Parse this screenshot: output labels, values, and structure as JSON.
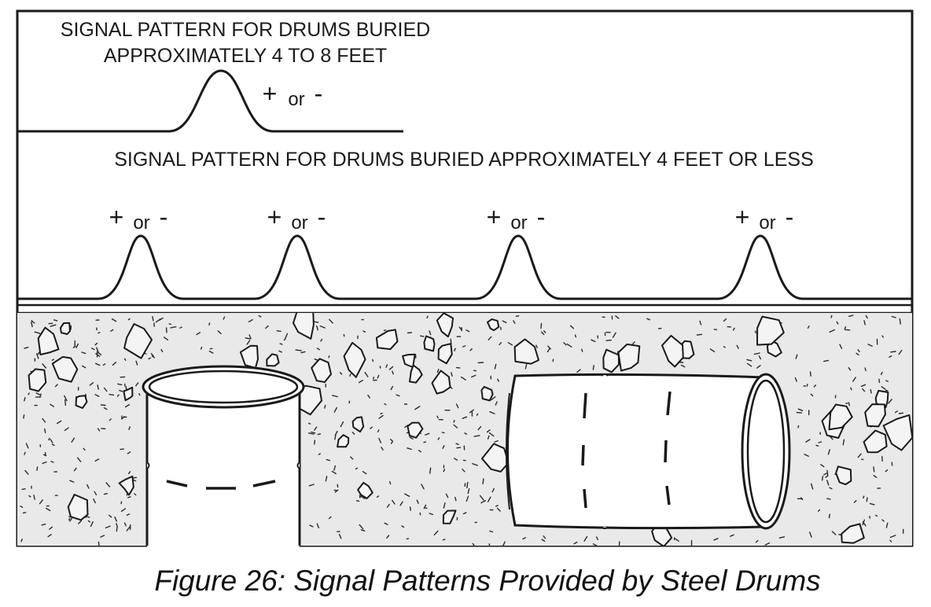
{
  "figure": {
    "upper_title_line1": "SIGNAL PATTERN FOR DRUMS BURIED",
    "upper_title_line2": "APPROXIMATELY 4 TO 8 FEET",
    "lower_title": "SIGNAL PATTERN FOR DRUMS BURIED APPROXIMATELY 4 FEET OR LESS",
    "polarity_sign": "+",
    "polarity_or": "or",
    "polarity_minus": "-",
    "caption": "Figure 26:  Signal Patterns Provided by Steel Drums"
  },
  "colors": {
    "ink": "#1a1a1a",
    "soil": "#e9e9e9",
    "drum": "#ffffff"
  },
  "icons": [
    "vertical-drum-icon",
    "horizontal-drum-icon",
    "rock-icon"
  ]
}
